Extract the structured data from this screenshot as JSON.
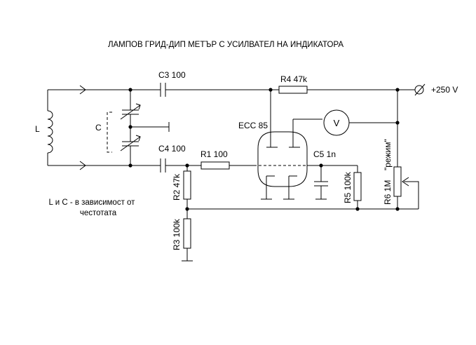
{
  "title": "ЛАМПОВ  ГРИД-ДИП  МЕТЪР  С  УСИЛВАТЕЛ  НА  ИНДИКАТОРА",
  "labels": {
    "c3": "C3 100",
    "r4": "R4 47k",
    "supply": "+250 V",
    "ecc": "ECC 85",
    "meter": "V",
    "c4": "C4 100",
    "r1": "R1 100",
    "c5": "C5 1n",
    "r2": "R2 47k",
    "r3": "R3 100k",
    "r5": "R5 100k",
    "r6": "R6 1M",
    "mode": "\"режим\"",
    "coil": "L",
    "cap": "C"
  },
  "note": {
    "line1": "L и C - в зависимост от",
    "line2": "честотата"
  }
}
